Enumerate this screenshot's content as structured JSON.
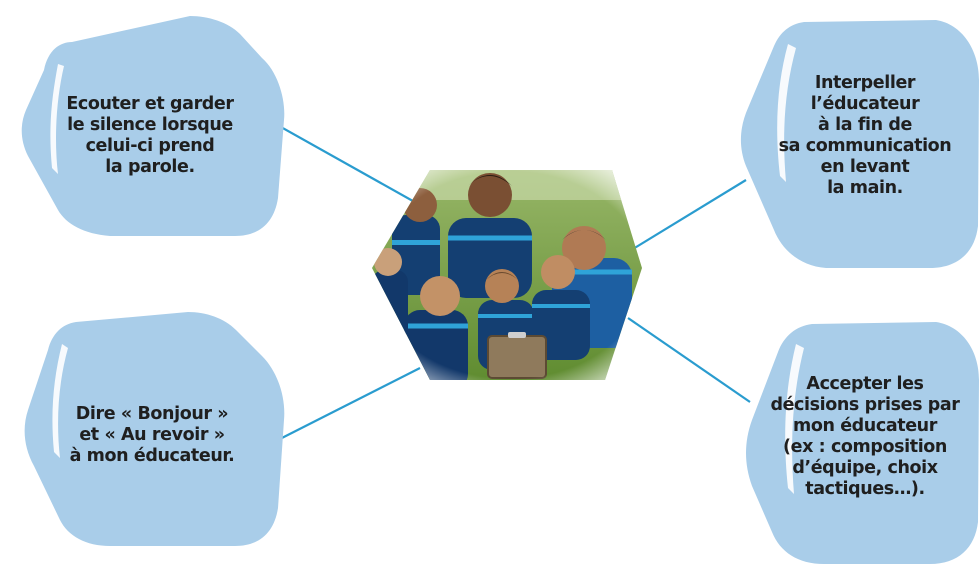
{
  "bubbles": {
    "top_left": {
      "lines": [
        "Ecouter et garder",
        "le silence lorsque",
        "celui-ci prend",
        "la parole."
      ]
    },
    "bottom_left": {
      "lines": [
        "Dire « Bonjour »",
        "et « Au revoir »",
        "à mon éducateur."
      ]
    },
    "top_right": {
      "lines": [
        "Interpeller",
        "l’éducateur",
        "à la fin de",
        "sa communication",
        "en levant",
        "la main."
      ]
    },
    "bottom_right": {
      "lines": [
        "Accepter les",
        "décisions prises par",
        "mon éducateur",
        "(ex : composition",
        "d’équipe, choix",
        "tactiques…)."
      ]
    }
  },
  "colors": {
    "bubble_fill": "#a9cde9",
    "bubble_highlight": "#ffffff",
    "connector": "#2a9ccf",
    "grass": "#6f9a3c",
    "jersey": "#143f72",
    "jersey_trim": "#2fa3d8",
    "skin": "#a5714b",
    "clipboard": "#8f7a5c"
  },
  "photo": {
    "subject": "group-of-young-football-players-with-coach"
  }
}
